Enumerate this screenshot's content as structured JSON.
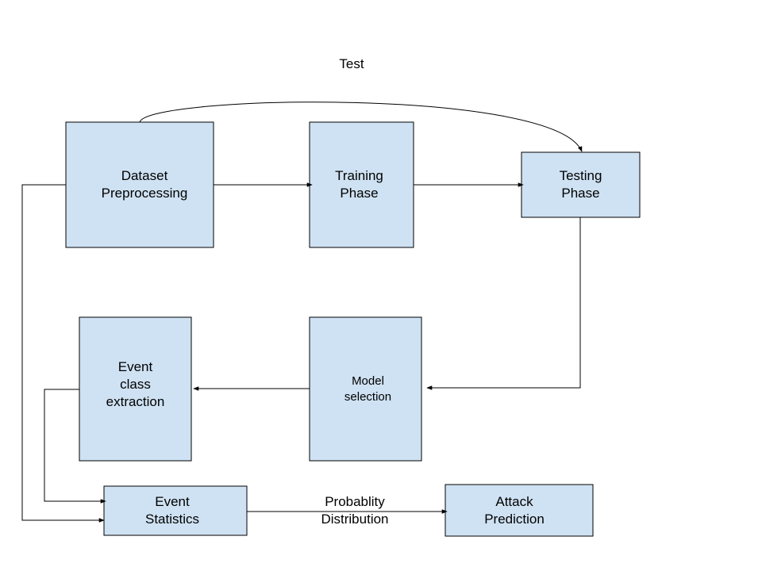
{
  "diagram": {
    "title": "Test",
    "nodes": {
      "dataset": {
        "line1": "Dataset",
        "line2": "Preprocessing"
      },
      "training": {
        "line1": "Training",
        "line2": "Phase"
      },
      "testing": {
        "line1": "Testing",
        "line2": "Phase"
      },
      "model": {
        "line1": "Model",
        "line2": "selection"
      },
      "event_class": {
        "line1": "Event",
        "line2": "class",
        "line3": "extraction"
      },
      "event_stats": {
        "line1": "Event",
        "line2": "Statistics"
      },
      "attack": {
        "line1": "Attack",
        "line2": "Prediction"
      }
    },
    "edge_labels": {
      "prob_line1": "Probablity",
      "prob_line2": "Distribution"
    },
    "colors": {
      "box_fill": "#cfe2f3",
      "stroke": "#000000"
    }
  }
}
